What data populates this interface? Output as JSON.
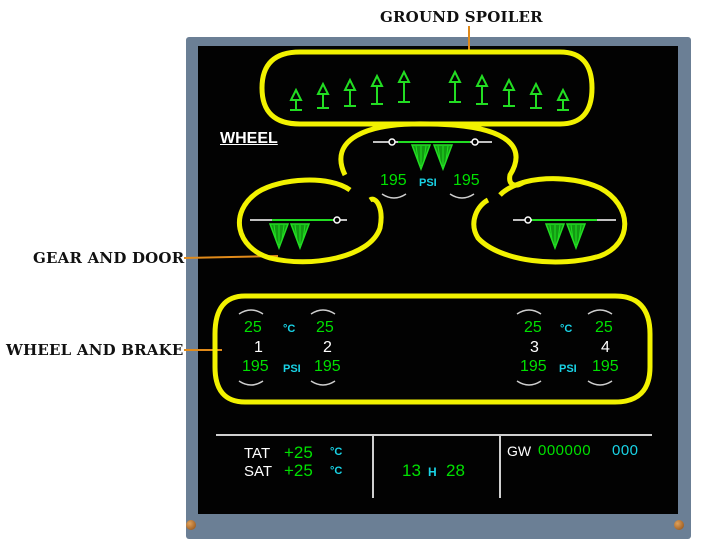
{
  "callouts": {
    "ground_spoiler": "GROUND SPOILER",
    "gear_and_door": "GEAR AND DOOR",
    "wheel_and_brake": "WHEEL AND BRAKE"
  },
  "page_title": "WHEEL",
  "hydraulics": {
    "left_value": "195",
    "unit": "PSI",
    "right_value": "195"
  },
  "brakes": {
    "left_group": {
      "temp_unit": "°C",
      "psi_unit": "PSI",
      "wheel_1": {
        "temp": "25",
        "label": "1",
        "pressure": "195"
      },
      "wheel_2": {
        "temp": "25",
        "label": "2",
        "pressure": "195"
      }
    },
    "right_group": {
      "temp_unit": "°C",
      "psi_unit": "PSI",
      "wheel_3": {
        "temp": "25",
        "label": "3",
        "pressure": "195"
      },
      "wheel_4": {
        "temp": "25",
        "label": "4",
        "pressure": "195"
      }
    }
  },
  "bottom_panel": {
    "tat_label": "TAT",
    "tat_value": "+25",
    "tat_unit": "°C",
    "sat_label": "SAT",
    "sat_value": "+25",
    "sat_unit": "°C",
    "time_hours": "13",
    "time_sep": "H",
    "time_minutes": "28",
    "gw_label": "GW",
    "gw_value": "000000",
    "gw_unit": "000"
  },
  "colors": {
    "highlight": "#f2f200",
    "green": "#00e000",
    "cyan": "#19d3e6",
    "callout_line": "#e08a1a",
    "frame": "#6b7f95"
  }
}
